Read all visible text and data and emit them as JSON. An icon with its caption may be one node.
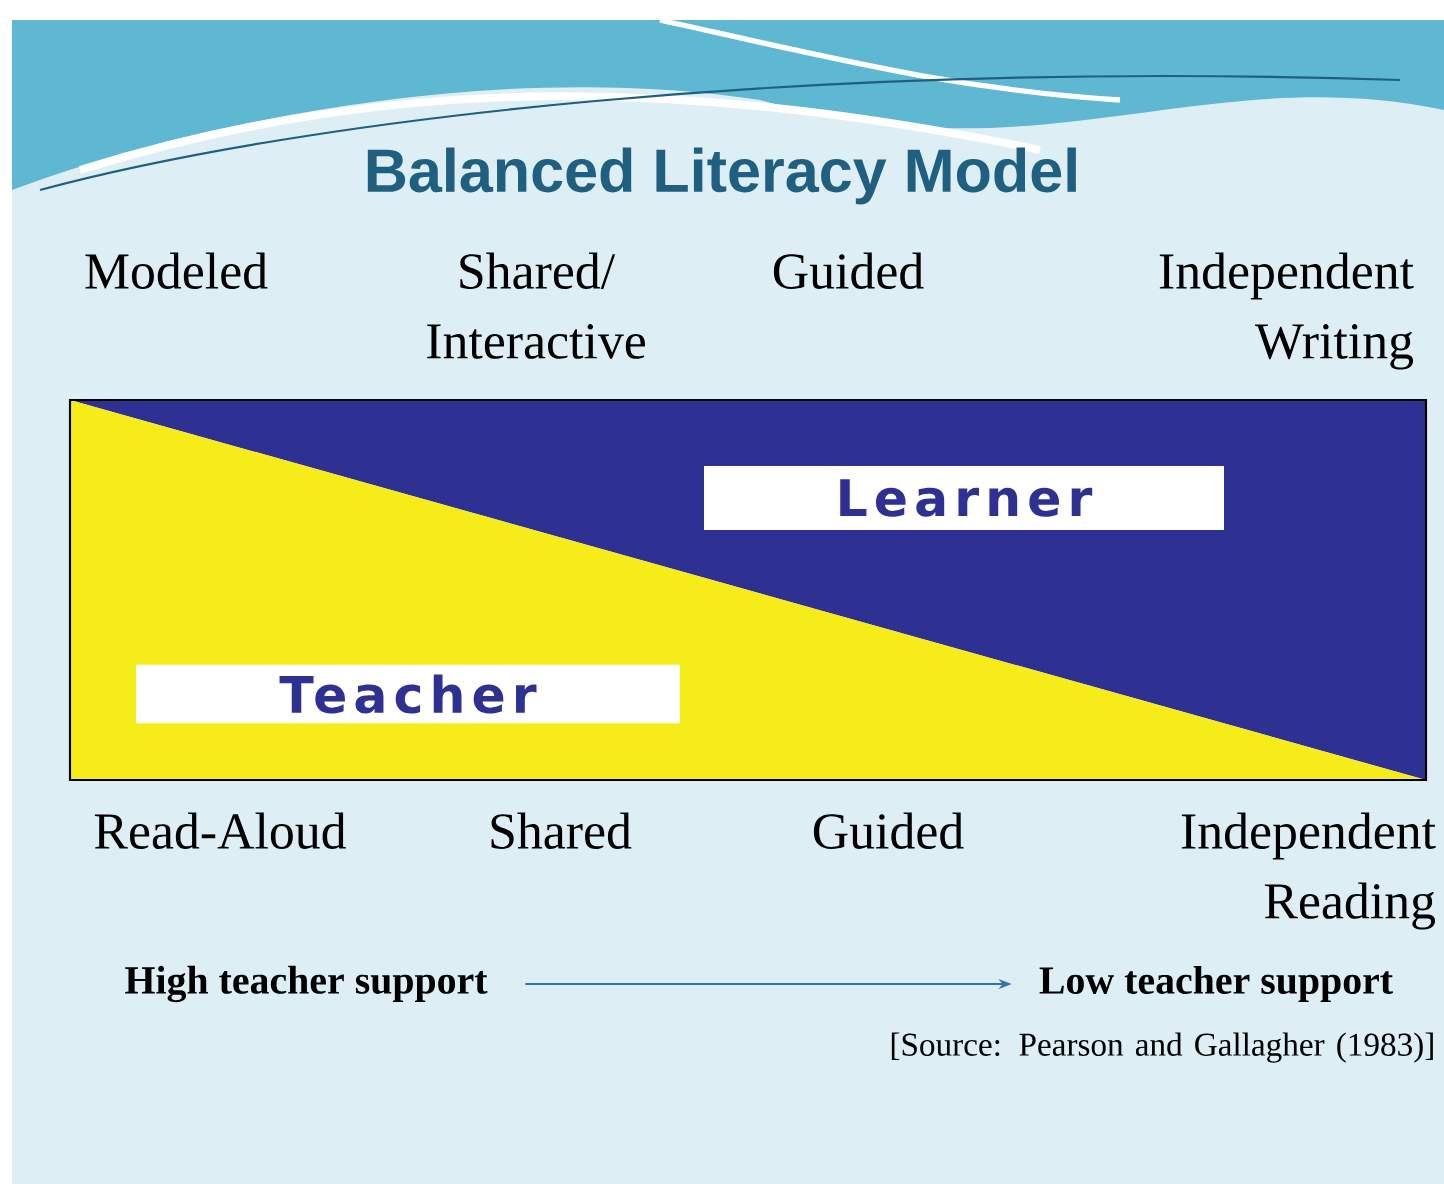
{
  "diagram": {
    "title": "Balanced Literacy Model",
    "nodes": [
      {
        "text": [
          "Learner"
        ]
      },
      {
        "text": [
          "Teacher"
        ]
      },
      {
        "text": [
          "High teacher support"
        ]
      },
      {
        "text": [
          "Low teacher support"
        ]
      }
    ],
    "edges": [
      {
        "from": 2,
        "to": 3,
        "arrow": "to"
      }
    ],
    "labels": [
      "Modeled",
      "Shared/ Interactive",
      "Guided",
      "Independent Writing",
      "Read-Aloud",
      "Shared",
      "Guided",
      "Independent Reading",
      "[Source: Pearson and Gallagher (1983)]"
    ]
  }
}
